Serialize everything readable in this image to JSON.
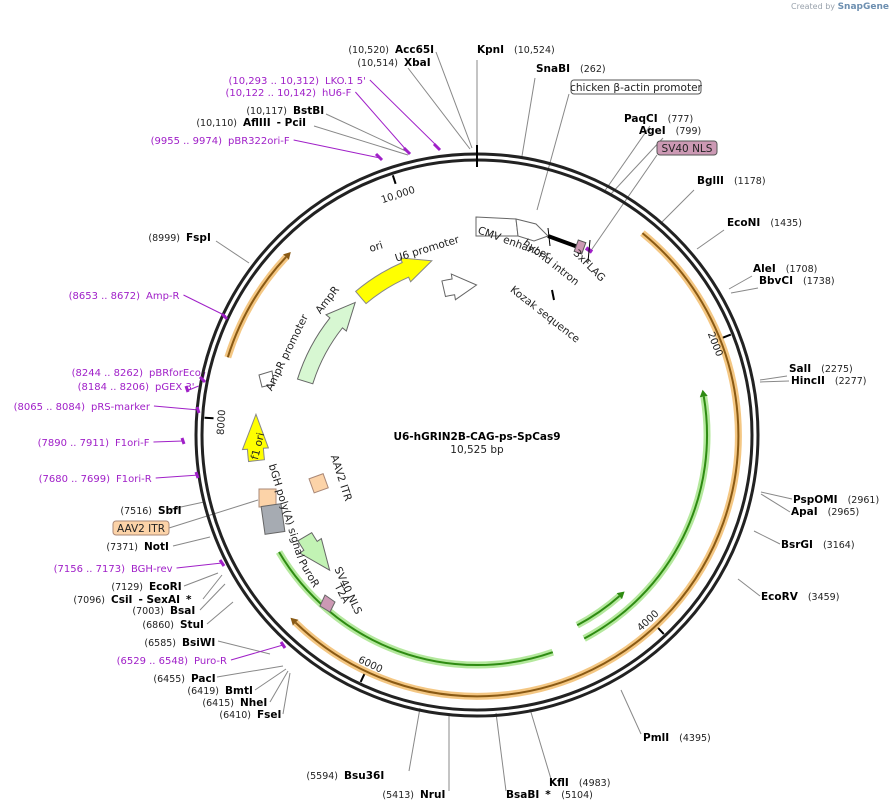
{
  "watermark": {
    "prefix": "Created by",
    "brand": "SnapGene"
  },
  "plasmid": {
    "name": "U6-hGRIN2B-CAG-ps-SpCas9",
    "size": "10,525 bp"
  },
  "tick_labels": [
    {
      "text": "10,000",
      "bp": 10000
    },
    {
      "text": "2000",
      "bp": 2000
    },
    {
      "text": "4000",
      "bp": 4000
    },
    {
      "text": "6000",
      "bp": 6000
    },
    {
      "text": "8000",
      "bp": 8000
    }
  ],
  "enzymes": [
    {
      "name": "Acc65I",
      "pos": "(10,520)"
    },
    {
      "name": "KpnI",
      "pos": "(10,524)"
    },
    {
      "name": "XbaI",
      "pos": "(10,514)"
    },
    {
      "name": "SnaBI",
      "pos": "(262)"
    },
    {
      "name": "BstBI",
      "pos": "(10,117)"
    },
    {
      "name": "AflIII",
      "pos": "(10,110)",
      "extra": "PciI"
    },
    {
      "name": "PaqCI",
      "pos": "(777)"
    },
    {
      "name": "AgeI",
      "pos": "(799)"
    },
    {
      "name": "BglII",
      "pos": "(1178)"
    },
    {
      "name": "EcoNI",
      "pos": "(1435)"
    },
    {
      "name": "FspI",
      "pos": "(8999)"
    },
    {
      "name": "AleI",
      "pos": "(1708)"
    },
    {
      "name": "BbvCI",
      "pos": "(1738)"
    },
    {
      "name": "SalI",
      "pos": "(2275)"
    },
    {
      "name": "HincII",
      "pos": "(2277)"
    },
    {
      "name": "PspOMI",
      "pos": "(2961)"
    },
    {
      "name": "ApaI",
      "pos": "(2965)"
    },
    {
      "name": "BsrGI",
      "pos": "(3164)"
    },
    {
      "name": "EcoRV",
      "pos": "(3459)"
    },
    {
      "name": "PmlI",
      "pos": "(4395)"
    },
    {
      "name": "KflI",
      "pos": "(4983)"
    },
    {
      "name": "BsaBI",
      "pos": "(5104)",
      "star": "*"
    },
    {
      "name": "NruI",
      "pos": "(5413)"
    },
    {
      "name": "Bsu36I",
      "pos": "(5594)"
    },
    {
      "name": "SbfI",
      "pos": "(7516)"
    },
    {
      "name": "NotI",
      "pos": "(7371)"
    },
    {
      "name": "EcoRI",
      "pos": "(7129)"
    },
    {
      "name": "CsiI",
      "pos": "(7096)",
      "extra": "SexAI",
      "star": "*"
    },
    {
      "name": "BsaI",
      "pos": "(7003)"
    },
    {
      "name": "StuI",
      "pos": "(6860)"
    },
    {
      "name": "BsiWI",
      "pos": "(6585)"
    },
    {
      "name": "PacI",
      "pos": "(6455)"
    },
    {
      "name": "BmtI",
      "pos": "(6419)"
    },
    {
      "name": "NheI",
      "pos": "(6415)"
    },
    {
      "name": "FseI",
      "pos": "(6410)"
    }
  ],
  "primers": [
    {
      "name": "LKO.1 5'",
      "range": "(10,293 .. 10,312)"
    },
    {
      "name": "hU6-F",
      "range": "(10,122 .. 10,142)"
    },
    {
      "name": "pBR322ori-F",
      "range": "(9955 .. 9974)"
    },
    {
      "name": "Amp-R",
      "range": "(8653 .. 8672)"
    },
    {
      "name": "pBRforEco",
      "range": "(8244 .. 8262)"
    },
    {
      "name": "pGEX 3'",
      "range": "(8184 .. 8206)"
    },
    {
      "name": "pRS-marker",
      "range": "(8065 .. 8084)"
    },
    {
      "name": "F1ori-F",
      "range": "(7890 .. 7911)"
    },
    {
      "name": "F1ori-R",
      "range": "(7680 .. 7699)"
    },
    {
      "name": "BGH-rev",
      "range": "(7156 .. 7173)"
    },
    {
      "name": "Puro-R",
      "range": "(6529 .. 6548)"
    }
  ],
  "boxed_features": [
    {
      "name": "chicken β-actin promoter"
    },
    {
      "name": "SV40 NLS"
    },
    {
      "name": "AAV2 ITR"
    }
  ],
  "features": [
    {
      "name": "U6 promoter"
    },
    {
      "name": "CMV enhancer"
    },
    {
      "name": "hybrid intron"
    },
    {
      "name": "3xFLAG"
    },
    {
      "name": "Kozak sequence"
    },
    {
      "name": "ori"
    },
    {
      "name": "AmpR"
    },
    {
      "name": "AmpR promoter"
    },
    {
      "name": "f1 ori"
    },
    {
      "name": "bGH poly(A) signal"
    },
    {
      "name": "AAV2 ITR"
    },
    {
      "name": "PuroR"
    },
    {
      "name": "SV40 NLS"
    },
    {
      "name": "T2A"
    }
  ],
  "colors": {
    "backbone": "#222222",
    "orf_highlight": "#f0b45a",
    "orf_arrow": "#8a5a14",
    "cas9_highlight": "#9be07c",
    "cas9_arrow": "#2e8b12",
    "primer": "#a020c8",
    "origin": "#ffff00",
    "ampr": "#d7f7d2",
    "puror": "#c2f3b4",
    "nls": "#cc99b4",
    "itr": "#fcd3a8",
    "polya": "#a6abb2"
  }
}
